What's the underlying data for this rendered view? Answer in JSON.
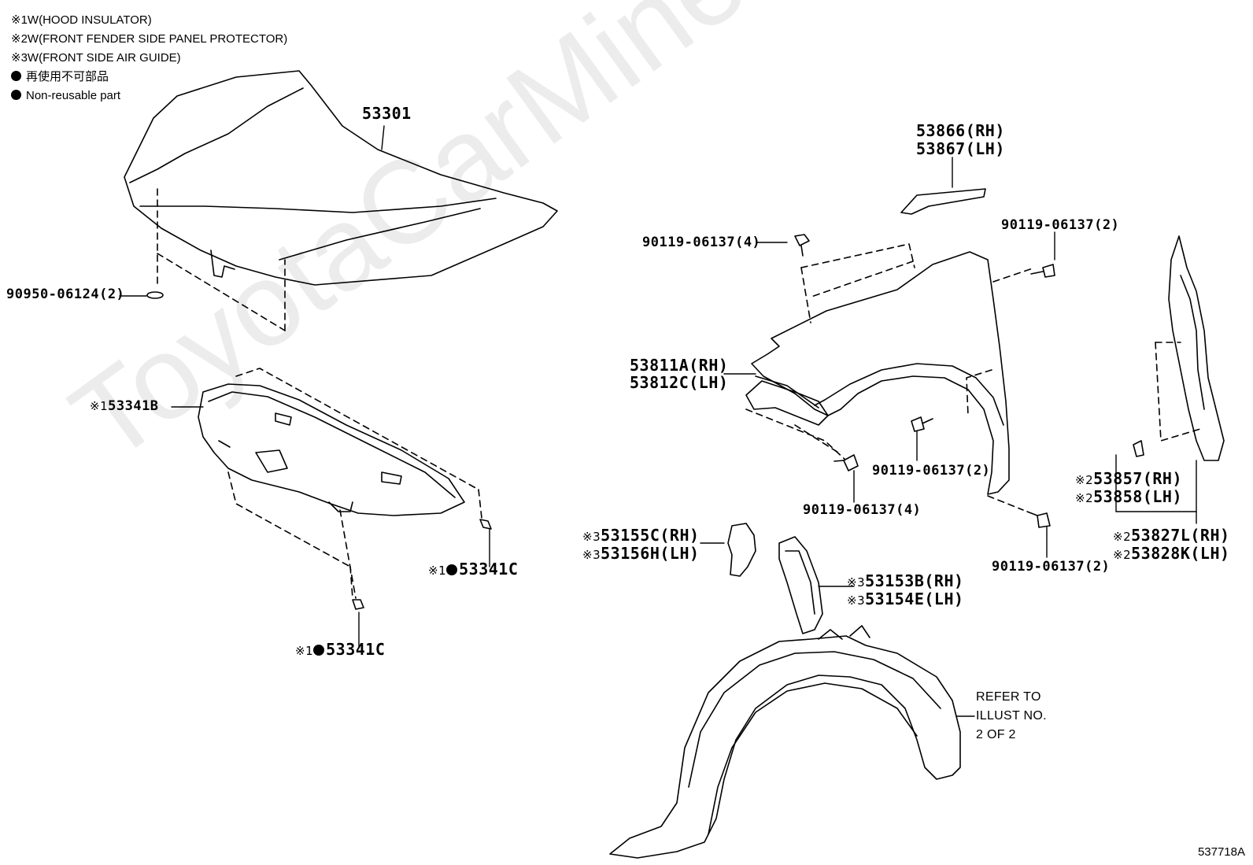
{
  "legend": {
    "notes": [
      {
        "mark": "※1",
        "text": "W(HOOD INSULATOR)"
      },
      {
        "mark": "※2",
        "text": "W(FRONT FENDER SIDE PANEL PROTECTOR)"
      },
      {
        "mark": "※3",
        "text": "W(FRONT SIDE AIR GUIDE)"
      }
    ],
    "nonreusable_jp": "再使用不可部品",
    "nonreusable_en": "Non-reusable part"
  },
  "parts": {
    "hood": "53301",
    "hood_clip": "90950-06124(2)",
    "insulator": "53341B",
    "insulator_mark": "※1",
    "retainer_a": "53341C",
    "retainer_a_mark": "※1",
    "retainer_b": "53341C",
    "retainer_b_mark": "※1",
    "seal_rh": "53866(RH)",
    "seal_lh": "53867(LH)",
    "bolt_top_left": "90119-06137(4)",
    "bolt_top_right": "90119-06137(2)",
    "fender_rh": "53811A(RH)",
    "fender_lh": "53812C(LH)",
    "bolt_mid": "90119-06137(2)",
    "bolt_bottom_left": "90119-06137(4)",
    "bolt_bottom_right": "90119-06137(2)",
    "protector_rh": "53857(RH)",
    "protector_lh": "53858(LH)",
    "protector_mark": "※2",
    "panel_rh": "53827L(RH)",
    "panel_lh": "53828K(LH)",
    "panel_mark": "※2",
    "guide_a_rh": "53155C(RH)",
    "guide_a_lh": "53156H(LH)",
    "guide_a_mark": "※3",
    "guide_b_rh": "53153B(RH)",
    "guide_b_lh": "53154E(LH)",
    "guide_b_mark": "※3"
  },
  "refer": {
    "line1": "REFER TO",
    "line2": "ILLUST NO.",
    "line3": "2 OF 2"
  },
  "illustration_number": "537718A",
  "watermark": "ToyotaCarMine.ru"
}
